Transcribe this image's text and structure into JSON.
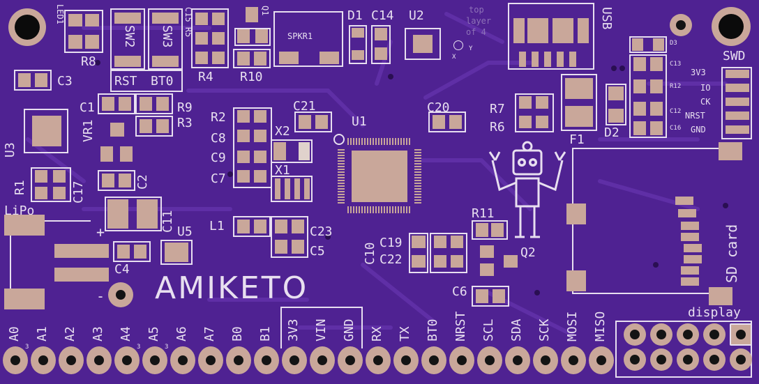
{
  "board": {
    "name": "AMIKETO",
    "layer_note": [
      "top",
      "layer",
      "of 4"
    ],
    "colors": {
      "soldermask": "#4f2292",
      "silkscreen": "#e8dff0",
      "copper": "#c9a79a",
      "drill": "#141414"
    }
  },
  "refdes": {
    "led1": "LED1",
    "r8": "R8",
    "sw2": "SW2",
    "sw3": "SW3",
    "c15r5": "C15 R5",
    "q1": "Q1",
    "spkr1": "SPKR1",
    "d1": "D1",
    "c14": "C14",
    "u2": "U2",
    "usb": "USB",
    "d3": "D3",
    "r4": "R4",
    "r10": "R10",
    "rst": "RST",
    "bt0": "BT0",
    "c3": "C3",
    "c1": "C1",
    "r9": "R9",
    "r3": "R3",
    "r2": "R2",
    "c8": "C8",
    "c9": "C9",
    "c7": "C7",
    "c21": "C21",
    "u1": "U1",
    "x2": "X2",
    "x1": "X1",
    "c20": "C20",
    "r7": "R7",
    "r6": "R6",
    "f1": "F1",
    "d2": "D2",
    "c13": "C13",
    "r12": "R12",
    "c12": "C12",
    "c16": "C16",
    "u3": "U3",
    "vr1": "VR1",
    "r1": "R1",
    "c17": "C17",
    "c2": "C2",
    "c11": "C11",
    "lipo": "LiPo",
    "plus": "+",
    "minus": "-",
    "c4": "C4",
    "u5": "U5",
    "l1": "L1",
    "c23": "C23",
    "c5": "C5",
    "c10": "C10",
    "c19": "C19",
    "c22": "C22",
    "r11": "R11",
    "q2": "Q2",
    "c6": "C6",
    "sdcard": "SD card",
    "display": "display",
    "swd": "SWD"
  },
  "swd_pins": [
    "3V3",
    "IO",
    "CK",
    "NRST",
    "GND"
  ],
  "header_pins": [
    "A0",
    "A1",
    "A2",
    "A3",
    "A4",
    "A5",
    "A6",
    "A7",
    "B0",
    "B1",
    "3V3",
    "VIN",
    "GND",
    "RX",
    "TX",
    "BT0",
    "NRST",
    "SCL",
    "SDA",
    "SCK",
    "MOSI",
    "MISO"
  ],
  "pin_marks": {
    "a0": "3",
    "a4": "3",
    "a5": "3"
  },
  "axis": {
    "x": "X",
    "y": "Y"
  }
}
